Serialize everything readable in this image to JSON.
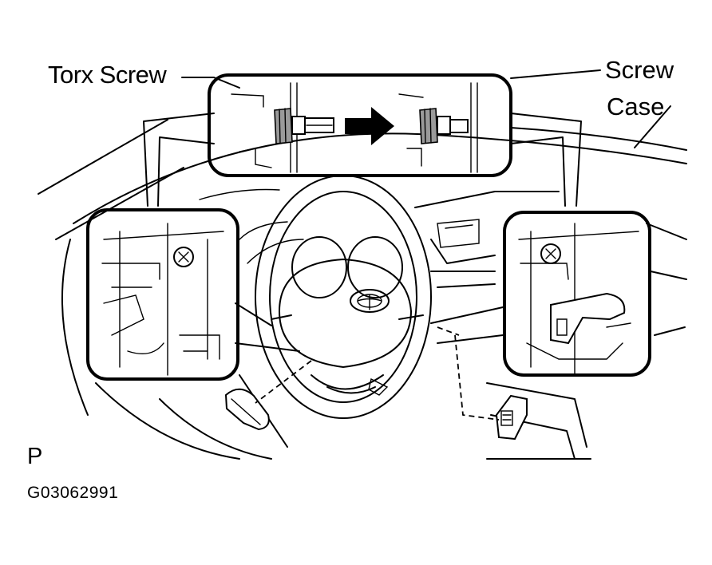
{
  "labels": {
    "torx_screw": "Torx Screw",
    "screw": "Screw",
    "case": "Case",
    "view_mark": "P",
    "figure_code": "G03062991"
  },
  "colors": {
    "line": "#000000",
    "background": "#ffffff",
    "shade": "#9a9a9a"
  }
}
